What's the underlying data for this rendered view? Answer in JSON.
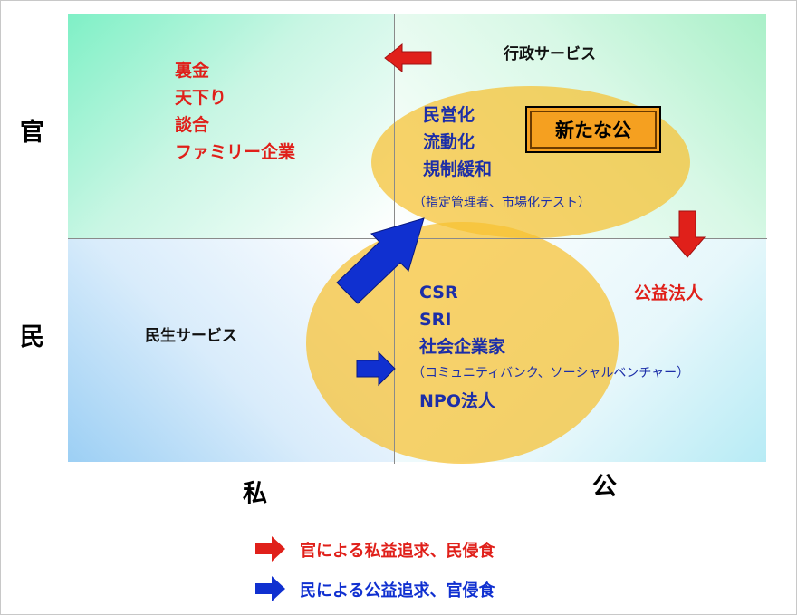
{
  "axes": {
    "top": "官",
    "bottom": "民",
    "left": "私",
    "right": "公"
  },
  "quadrants": {
    "top_left_items": [
      "裏金",
      "天下り",
      "談合",
      "ファミリー企業"
    ],
    "top_right_label": "行政サービス",
    "bottom_left_label": "民生サービス",
    "right_side_label": "公益法人"
  },
  "top_ellipse": {
    "items": [
      "民営化",
      "流動化",
      "規制緩和"
    ],
    "note": "（指定管理者、市場化テスト）",
    "box_label": "新たな公"
  },
  "bottom_ellipse": {
    "items": [
      "CSR",
      "SRI",
      "社会企業家"
    ],
    "note": "（コミュニティバンク、ソーシャルベンチャー）",
    "last_item": "NPO法人"
  },
  "legend": [
    {
      "label": "官による私益追求、民侵食",
      "color": "#e0201a"
    },
    {
      "label": "民による公益追求、官侵食",
      "color": "#1030d0"
    }
  ],
  "colors": {
    "red_arrow": "#e0201a",
    "blue_arrow": "#1030d0",
    "ellipse": "#f6c030",
    "box": "#f5a020"
  }
}
